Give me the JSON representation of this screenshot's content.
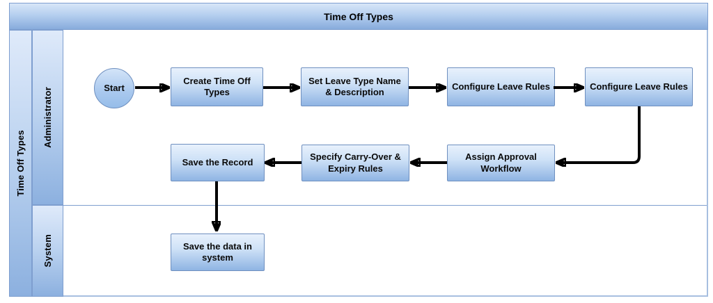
{
  "pool": {
    "title": "Time Off Types",
    "side_label": "Time Off Types",
    "lanes": [
      {
        "label": "Administrator"
      },
      {
        "label": "System"
      }
    ]
  },
  "nodes": [
    {
      "id": "start",
      "type": "start-event",
      "lane": "Administrator",
      "label": "Start"
    },
    {
      "id": "create-time-off-types",
      "type": "task",
      "lane": "Administrator",
      "label": "Create Time Off Types"
    },
    {
      "id": "set-leave-type-name-description",
      "type": "task",
      "lane": "Administrator",
      "label": "Set Leave Type Name & Description"
    },
    {
      "id": "configure-leave-rules-1",
      "type": "task",
      "lane": "Administrator",
      "label": "Configure Leave Rules"
    },
    {
      "id": "configure-leave-rules-2",
      "type": "task",
      "lane": "Administrator",
      "label": "Configure Leave Rules"
    },
    {
      "id": "assign-approval-workflow",
      "type": "task",
      "lane": "Administrator",
      "label": "Assign Approval Workflow"
    },
    {
      "id": "specify-carry-over-expiry-rules",
      "type": "task",
      "lane": "Administrator",
      "label": "Specify Carry-Over & Expiry Rules"
    },
    {
      "id": "save-the-record",
      "type": "task",
      "lane": "Administrator",
      "label": "Save the Record"
    },
    {
      "id": "save-the-data-in-system",
      "type": "task",
      "lane": "System",
      "label": "Save the data in system"
    }
  ],
  "edges": [
    {
      "from": "start",
      "to": "create-time-off-types"
    },
    {
      "from": "create-time-off-types",
      "to": "set-leave-type-name-description"
    },
    {
      "from": "set-leave-type-name-description",
      "to": "configure-leave-rules-1"
    },
    {
      "from": "configure-leave-rules-1",
      "to": "configure-leave-rules-2"
    },
    {
      "from": "configure-leave-rules-2",
      "to": "assign-approval-workflow"
    },
    {
      "from": "assign-approval-workflow",
      "to": "specify-carry-over-expiry-rules"
    },
    {
      "from": "specify-carry-over-expiry-rules",
      "to": "save-the-record"
    },
    {
      "from": "save-the-record",
      "to": "save-the-data-in-system"
    }
  ],
  "colors": {
    "node_fill_top": "#e8f1fc",
    "node_fill_bottom": "#8fb4e3",
    "node_border": "#6e8fbf",
    "header_fill_bottom": "#87abdc",
    "pool_border": "#a7bfe0",
    "lane_border": "#7e9ecf",
    "arrow": "#000000",
    "text": "#000000"
  }
}
